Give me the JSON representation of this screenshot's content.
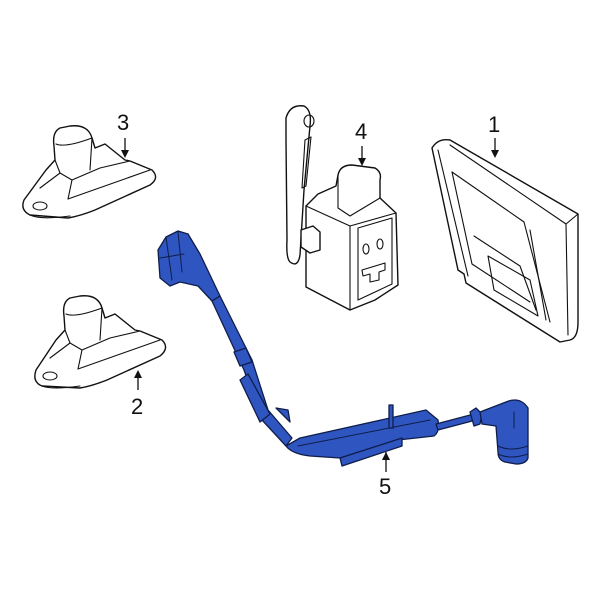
{
  "diagram": {
    "type": "exploded parts diagram",
    "highlight_color": "#2f56c0",
    "parts": [
      {
        "callout": "1",
        "name": "control-module"
      },
      {
        "callout": "2",
        "name": "sensor-lower-left"
      },
      {
        "callout": "3",
        "name": "sensor-upper-left"
      },
      {
        "callout": "4",
        "name": "height-sensor-with-arm"
      },
      {
        "callout": "5",
        "name": "wiring-harness-highlighted"
      }
    ]
  }
}
